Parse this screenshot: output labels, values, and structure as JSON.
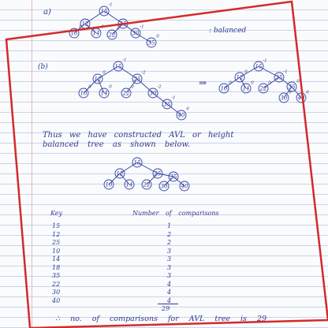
{
  "part_a": {
    "label": "a)",
    "annotation": ": balanced",
    "tree": {
      "nodes": [
        {
          "key": "15",
          "bf": "-1"
        },
        {
          "key": "12",
          "bf": ""
        },
        {
          "key": "25",
          "bf": ""
        },
        {
          "key": "10",
          "bf": "0"
        },
        {
          "key": "14",
          "bf": "0"
        },
        {
          "key": "22",
          "bf": "0"
        },
        {
          "key": "30",
          "bf": "-1"
        },
        {
          "key": "35",
          "bf": "0"
        }
      ]
    }
  },
  "part_b": {
    "label": "(b)",
    "arrow": "⇒",
    "left_tree": {
      "nodes": [
        {
          "key": "15",
          "bf": "-1"
        },
        {
          "key": "12",
          "bf": "0"
        },
        {
          "key": "25",
          "bf": "-2"
        },
        {
          "key": "10",
          "bf": "0"
        },
        {
          "key": "14",
          "bf": "0"
        },
        {
          "key": "22",
          "bf": "0"
        },
        {
          "key": "30",
          "bf": "-2"
        },
        {
          "key": "35",
          "bf": "-1"
        },
        {
          "key": "40",
          "bf": "0"
        }
      ]
    },
    "right_tree": {
      "nodes": [
        {
          "key": "15",
          "bf": "-1"
        },
        {
          "key": "12",
          "bf": "0"
        },
        {
          "key": "25",
          "bf": "-1"
        },
        {
          "key": "10",
          "bf": "0"
        },
        {
          "key": "14",
          "bf": "0"
        },
        {
          "key": "22",
          "bf": "0"
        },
        {
          "key": "35",
          "bf": "0"
        },
        {
          "key": "30",
          "bf": "0"
        },
        {
          "key": "40",
          "bf": "0"
        }
      ]
    }
  },
  "summary_text": {
    "line1": "Thus we have constructed AVL or height",
    "line2": "balanced tree as shown below."
  },
  "final_tree": {
    "nodes": [
      {
        "key": "15"
      },
      {
        "key": "12"
      },
      {
        "key": "25"
      },
      {
        "key": "10"
      },
      {
        "key": "14"
      },
      {
        "key": "22"
      },
      {
        "key": "35"
      },
      {
        "key": "30"
      },
      {
        "key": "40"
      }
    ]
  },
  "comparison_table": {
    "headers": [
      "Key",
      "Number of comparisons"
    ],
    "rows": [
      [
        "15",
        "1"
      ],
      [
        "12",
        "2"
      ],
      [
        "25",
        "2"
      ],
      [
        "10",
        "3"
      ],
      [
        "14",
        "3"
      ],
      [
        "18",
        "3"
      ],
      [
        "35",
        "3"
      ],
      [
        "22",
        "4"
      ],
      [
        "30",
        "4"
      ],
      [
        "40",
        "4"
      ]
    ],
    "total": "29"
  },
  "conclusion": "∴ no. of comparisons for AVL tree is 29",
  "colors": {
    "ink": "#2d3a8c",
    "annotation_box": "#d42a2a",
    "ruled_line": "#c9d3ea"
  }
}
